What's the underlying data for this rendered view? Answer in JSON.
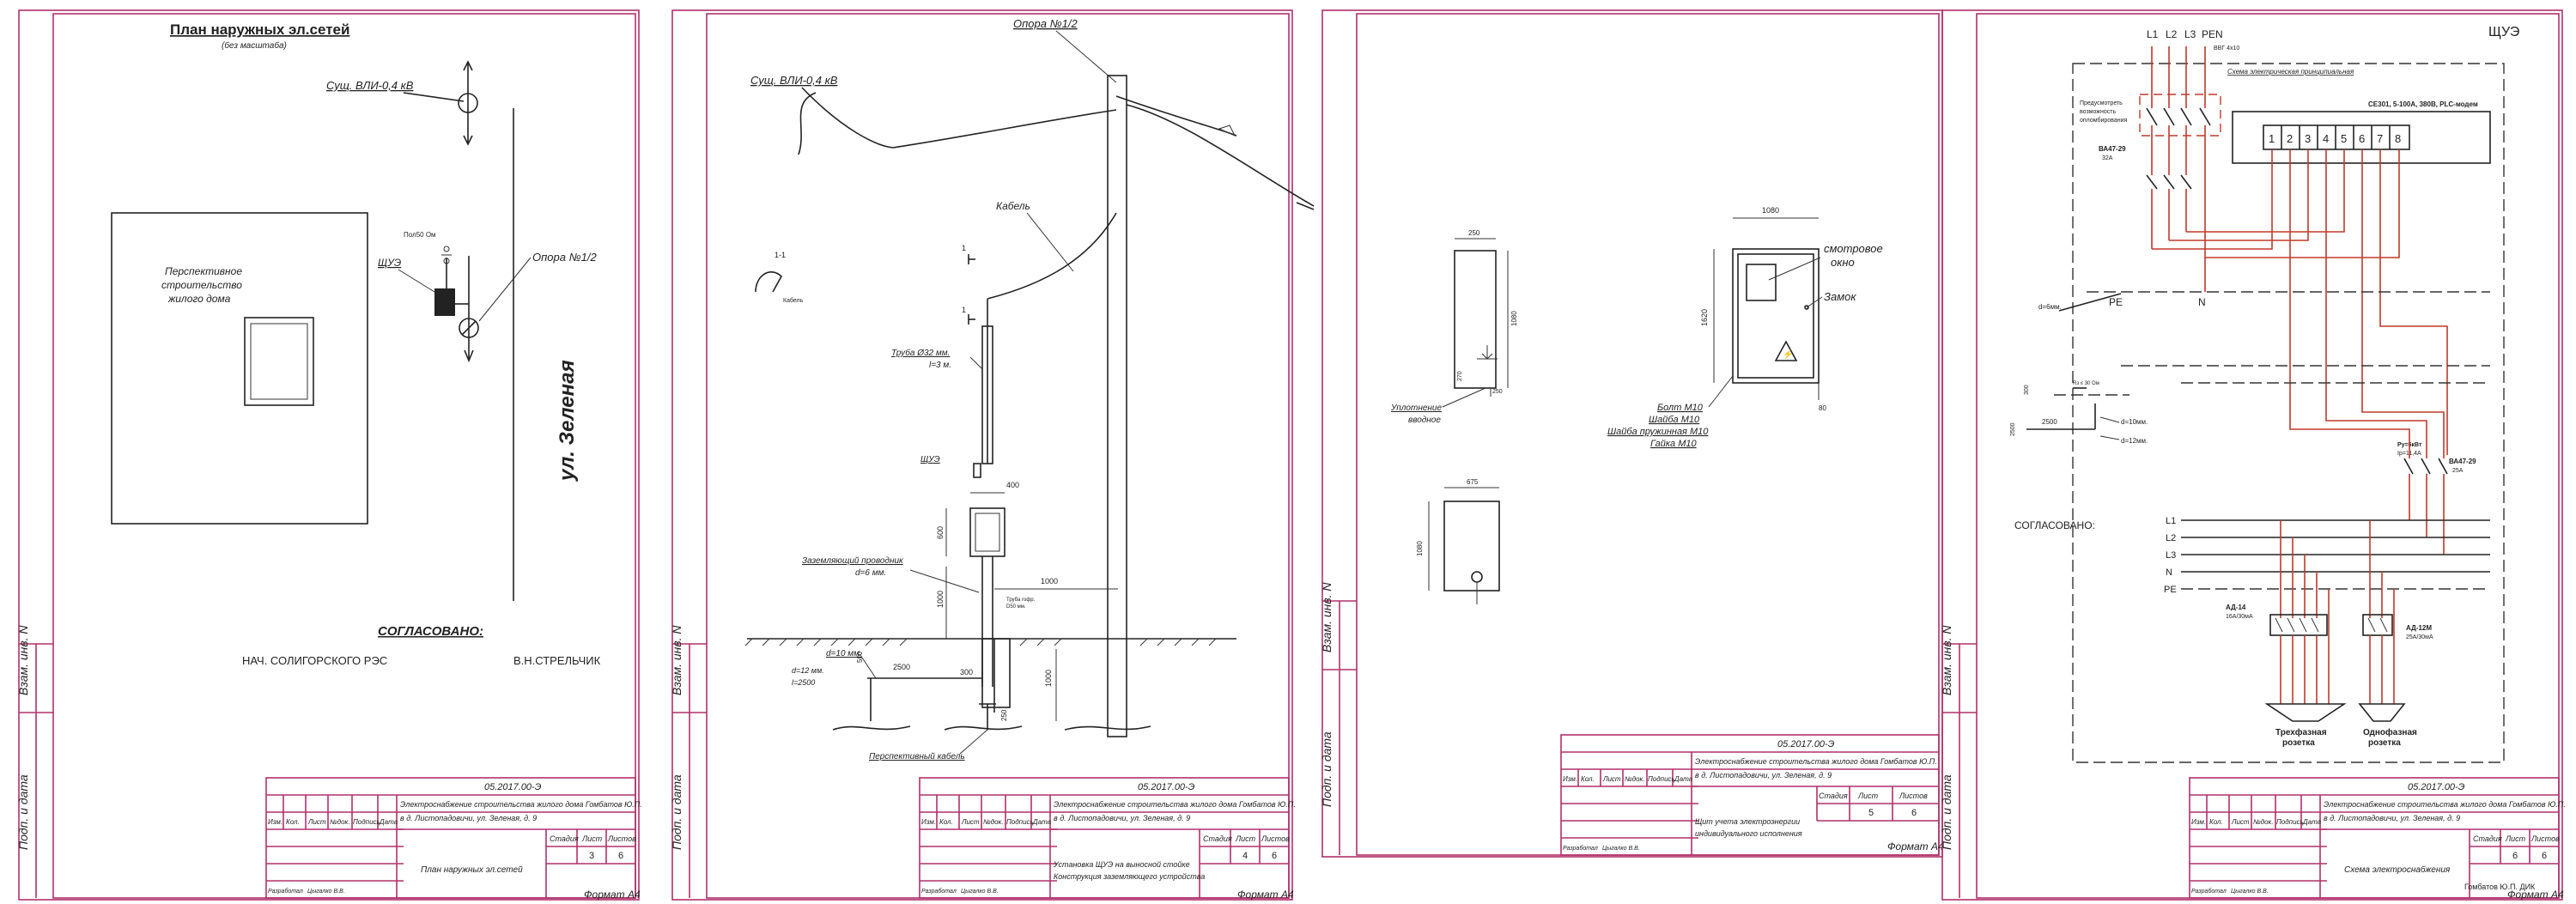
{
  "sheets": [
    {
      "title": "План наружных эл.сетей",
      "subtitle": "(без масштаба)",
      "existing_line": "Сущ. ВЛИ-0,4 кВ",
      "future_building": [
        "Перспективное",
        "строительство",
        "жилого дома"
      ],
      "shue": "ЩУЭ",
      "pole": "Опора №1/2",
      "pole_label_small": "Пол50 Ом",
      "street": "ул. Зеленая",
      "agreed": "СОГЛАСОВАНО:",
      "chief": "НАЧ. СОЛИГОРСКОГО РЭС",
      "chief_name": "В.Н.СТРЕЛЬЧИК",
      "doc_code": "05.2017.00-Э",
      "project": [
        "Электроснабжение строительства жилого дома Гомбатов Ю.П.",
        "в д. Листопадовичи, ул. Зеленая, д. 9"
      ],
      "sheet_name": "План наружных эл.сетей",
      "sheet_no": "3",
      "sheets_total": "6",
      "format": "Формат А4"
    },
    {
      "pole": "Опора №1/2",
      "existing_line": "Сущ. ВЛИ-0,4 кВ",
      "cable": "Кабель",
      "section": "1-1",
      "section_small": "Кабель",
      "mark": "1",
      "pipe": [
        "Труба Ø32 мм.",
        "l=3 м."
      ],
      "shue": "ЩУЭ",
      "dim_400": "400",
      "dim_600": "600",
      "dim_1000a": "1000",
      "dim_1000b": "1000",
      "dim_1000c": "1000",
      "dim_2500": "2500",
      "dim_300": "300",
      "dim_500": "500",
      "dim_250": "250",
      "grounding": [
        "Заземляющий проводник",
        "d=6 мм."
      ],
      "pipe_small": [
        "Труба гофр.",
        "D50 мм."
      ],
      "d10": "d=10 мм.",
      "d12": [
        "d=12 мм.",
        "l=2500"
      ],
      "prospective_cable": "Перспективный кабель",
      "doc_code": "05.2017.00-Э",
      "project": [
        "Электроснабжение строительства жилого дома Гомбатов Ю.П.",
        "в д. Листопадовичи, ул. Зеленая, д. 9"
      ],
      "sheet_name": [
        "Установка ЩУЭ на выносной стойке",
        "Конструкция заземляющего устройства"
      ],
      "sheet_no": "4",
      "sheets_total": "6",
      "format": "Формат А4"
    },
    {
      "dim_1080": "1080",
      "dim_675": "675",
      "dim_1080b": "1080",
      "dim_250a": "250",
      "dim_250b": "250",
      "dim_1620": "1620",
      "dim_80": "80",
      "dim_270": "270",
      "window": [
        "смотровое",
        "окно"
      ],
      "lock": "Замок",
      "seal": [
        "Уплотнение",
        "вводное"
      ],
      "bolts": [
        "Болт М10",
        "Шайба М10",
        "Шайба пружинная М10",
        "Гайка М10"
      ],
      "doc_code": "05.2017.00-Э",
      "project": [
        "Электроснабжение строительства жилого дома Гомбатов Ю.П.",
        "в д. Листопадовичи, ул. Зеленая, д. 9"
      ],
      "sheet_name": [
        "Щит учета электроэнергии",
        "индивидуального исполнения"
      ],
      "sheet_no": "5",
      "sheets_total": "6",
      "format": "Формат А4"
    },
    {
      "title": "ЩУЭ",
      "phases": [
        "L1",
        "L2",
        "L3",
        "PEN"
      ],
      "vvg": "ВВГ 4х10",
      "scheme_title": "Схема электрическая принципиальная",
      "seal_text": [
        "Предусмотреть",
        "возможность",
        "опломбирования"
      ],
      "breaker1": [
        "ВА47-29",
        "32А"
      ],
      "meter": "СЕ301, 5-100А, 380В, PLC-модем",
      "terminals": [
        "1",
        "2",
        "3",
        "4",
        "5",
        "6",
        "7",
        "8"
      ],
      "pe": "PE",
      "n": "N",
      "d6": "d=6мм.",
      "rz": "Rз ≤ 30 Ом",
      "dim_300": "300",
      "dim_2500": "2500",
      "dim_2500b": "2500",
      "d10": "d=10мм.",
      "d12": "d=12мм.",
      "rs": [
        "Ру=6кВт",
        "Iр=11,4А"
      ],
      "breaker2": [
        "ВА47-29",
        "25А"
      ],
      "agreed": "СОГЛАСОВАНО:",
      "buses": [
        "L1",
        "L2",
        "L3",
        "N",
        "PE"
      ],
      "ad1": [
        "АД-14",
        "16А/30мА"
      ],
      "ad2": [
        "АД-12М",
        "25А/30мА"
      ],
      "out1": [
        "Трехфазная",
        "розетка"
      ],
      "out2": [
        "Однофазная",
        "розетка"
      ],
      "doc_code": "05.2017.00-Э",
      "project": [
        "Электроснабжение строительства жилого дома Гомбатов Ю.П.",
        "в д. Листопадовичи, ул. Зеленая, д. 9"
      ],
      "sheet_name": "Схема электроснабжения",
      "sheet_no": "6",
      "sheets_total": "6",
      "format": "Формат А4"
    }
  ],
  "stamp": {
    "cols": [
      "Изм.",
      "Кол.",
      "Лист",
      "№док.",
      "Подпись",
      "Дата"
    ],
    "developer": "Разработал",
    "developer_name": "Цыгалко В.В.",
    "stage": "Стадия",
    "sheet": "Лист",
    "sheets": "Листов"
  },
  "side_labels": [
    "Подп. и дата",
    "Взам. инв. N"
  ],
  "watermark": "Гомбатов Ю.П. ДИК"
}
